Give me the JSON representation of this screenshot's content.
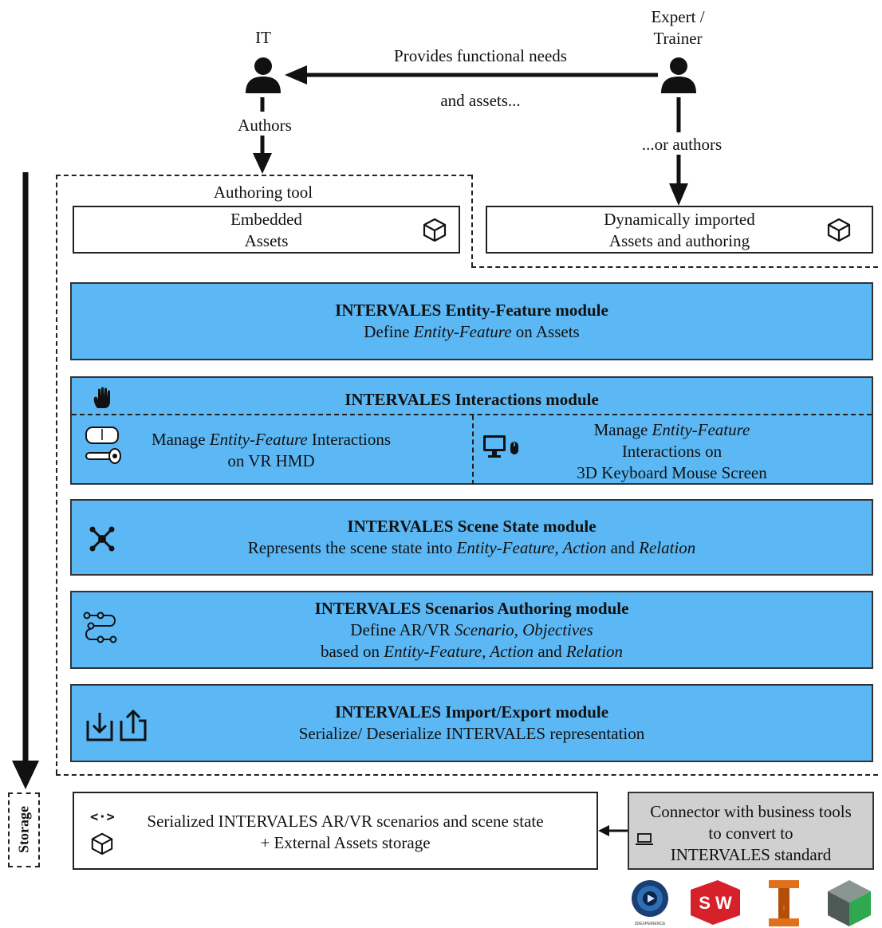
{
  "actors": {
    "it_label": "IT",
    "expert_label_line1": "Expert /",
    "expert_label_line2": "Trainer"
  },
  "arrows": {
    "provides_line1": "Provides functional needs",
    "provides_line2": "and assets...",
    "authors": "Authors",
    "or_authors": "...or authors"
  },
  "authoring_tool": {
    "title": "Authoring tool",
    "embedded_line1": "Embedded",
    "embedded_line2": "Assets",
    "dynamic_line1": "Dynamically imported",
    "dynamic_line2": "Assets and authoring"
  },
  "modules": {
    "entity_feature": {
      "title": "INTERVALES Entity-Feature module",
      "desc_a": "Define ",
      "desc_b": "Entity-Feature",
      "desc_c": " on Assets"
    },
    "interactions": {
      "title": "INTERVALES Interactions module",
      "vr_a": "Manage ",
      "vr_b": "Entity-Feature",
      "vr_c": " Interactions",
      "vr_line2": "on VR HMD",
      "kb_a": "Manage ",
      "kb_b": "Entity-Feature",
      "kb_line2": "Interactions on",
      "kb_line3": "3D Keyboard Mouse Screen"
    },
    "scene_state": {
      "title": "INTERVALES Scene State module",
      "desc_a": "Represents the scene state into ",
      "desc_b": "Entity-Feature, Action",
      "desc_c": " and ",
      "desc_d": "Relation"
    },
    "scenarios": {
      "title": "INTERVALES Scenarios Authoring module",
      "l2_a": "Define AR/VR ",
      "l2_b": "Scenario, Objectives",
      "l3_a": "based on ",
      "l3_b": "Entity-Feature, Action",
      "l3_c": " and ",
      "l3_d": "Relation"
    },
    "import_export": {
      "title": "INTERVALES Import/Export module",
      "desc": "Serialize/ Deserialize INTERVALES representation"
    }
  },
  "storage": {
    "side_label": "Storage",
    "line1": "Serialized INTERVALES AR/VR scenarios and scene state",
    "line2": "+ External Assets storage",
    "icon1": "<·>"
  },
  "connector": {
    "line1": "Connector with business tools",
    "line2": "to convert to",
    "line3": "INTERVALES standard"
  },
  "logos": {
    "logo1_text": "3DEXPERIENCE",
    "logo2_text": "S W",
    "logo3_text": "I"
  },
  "colors": {
    "module_blue": "#5bb8f5",
    "connector_gray": "#d0d0d0"
  }
}
